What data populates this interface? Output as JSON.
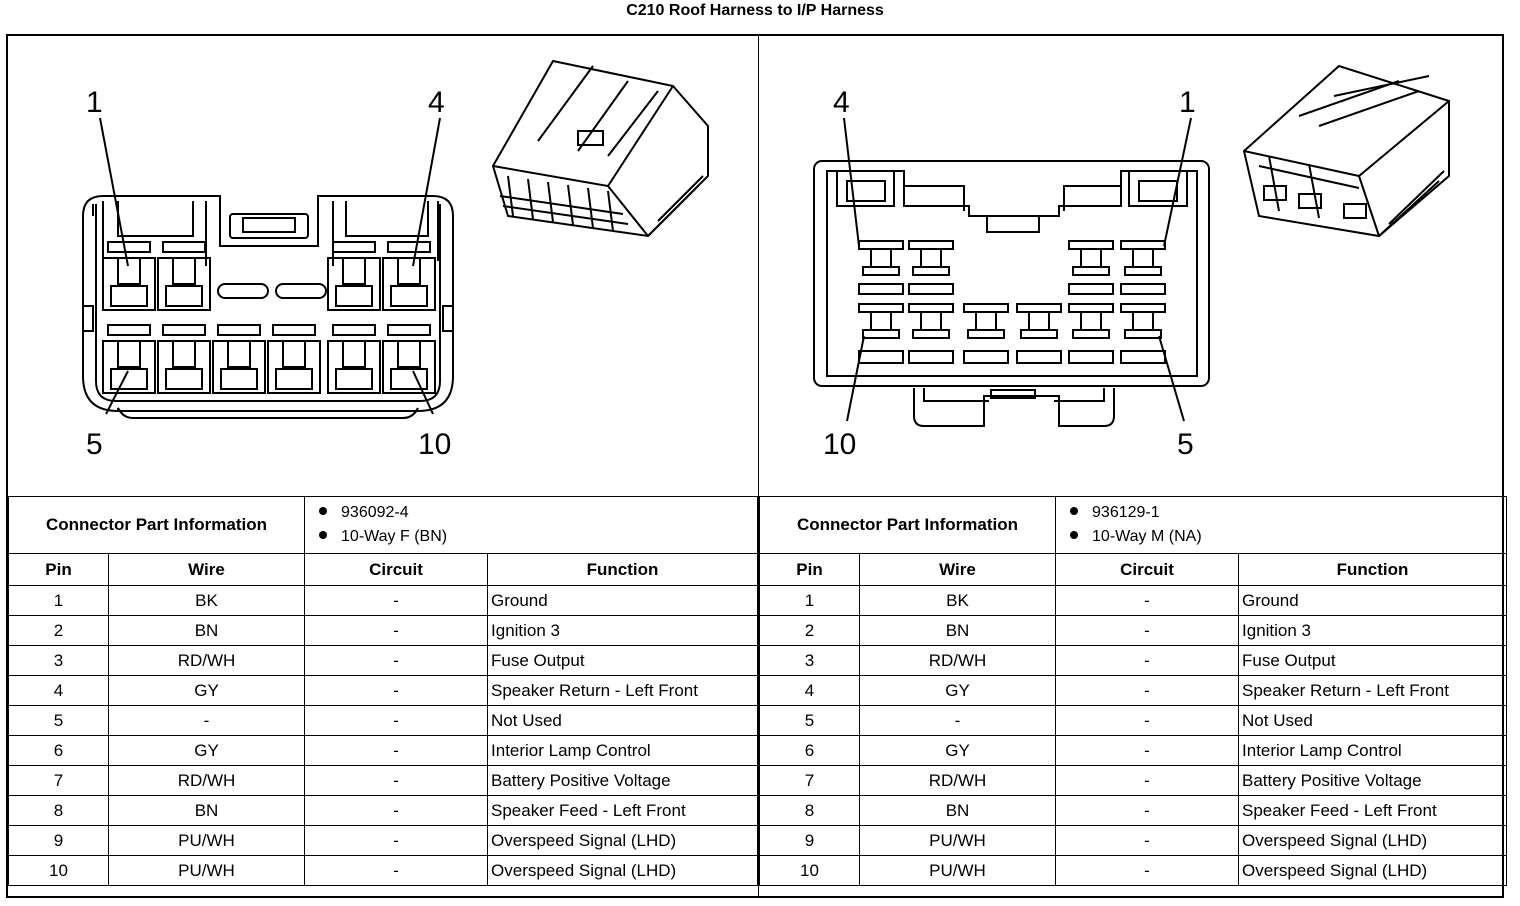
{
  "title": "C210 Roof Harness to I/P Harness",
  "left": {
    "pin_labels": {
      "top_left": "1",
      "top_right": "4",
      "bottom_left": "5",
      "bottom_right": "10"
    },
    "connector_info_label": "Connector Part Information",
    "part_info": [
      "936092-4",
      "10-Way F (BN)"
    ],
    "headers": [
      "Pin",
      "Wire",
      "Circuit",
      "Function"
    ],
    "rows": [
      {
        "pin": "1",
        "wire": "BK",
        "circuit": "-",
        "function": "Ground"
      },
      {
        "pin": "2",
        "wire": "BN",
        "circuit": "-",
        "function": "Ignition 3"
      },
      {
        "pin": "3",
        "wire": "RD/WH",
        "circuit": "-",
        "function": "Fuse Output"
      },
      {
        "pin": "4",
        "wire": "GY",
        "circuit": "-",
        "function": "Speaker Return - Left Front"
      },
      {
        "pin": "5",
        "wire": "-",
        "circuit": "-",
        "function": "Not Used"
      },
      {
        "pin": "6",
        "wire": "GY",
        "circuit": "-",
        "function": "Interior Lamp Control"
      },
      {
        "pin": "7",
        "wire": "RD/WH",
        "circuit": "-",
        "function": "Battery Positive Voltage"
      },
      {
        "pin": "8",
        "wire": "BN",
        "circuit": "-",
        "function": "Speaker Feed - Left Front"
      },
      {
        "pin": "9",
        "wire": "PU/WH",
        "circuit": "-",
        "function": "Overspeed Signal (LHD)"
      },
      {
        "pin": "10",
        "wire": "PU/WH",
        "circuit": "-",
        "function": "Overspeed Signal (LHD)"
      }
    ]
  },
  "right": {
    "pin_labels": {
      "top_left": "4",
      "top_right": "1",
      "bottom_left": "10",
      "bottom_right": "5"
    },
    "connector_info_label": "Connector Part Information",
    "part_info": [
      "936129-1",
      "10-Way M (NA)"
    ],
    "headers": [
      "Pin",
      "Wire",
      "Circuit",
      "Function"
    ],
    "rows": [
      {
        "pin": "1",
        "wire": "BK",
        "circuit": "-",
        "function": "Ground"
      },
      {
        "pin": "2",
        "wire": "BN",
        "circuit": "-",
        "function": "Ignition 3"
      },
      {
        "pin": "3",
        "wire": "RD/WH",
        "circuit": "-",
        "function": "Fuse Output"
      },
      {
        "pin": "4",
        "wire": "GY",
        "circuit": "-",
        "function": "Speaker Return - Left Front"
      },
      {
        "pin": "5",
        "wire": "-",
        "circuit": "-",
        "function": "Not Used"
      },
      {
        "pin": "6",
        "wire": "GY",
        "circuit": "-",
        "function": "Interior Lamp Control"
      },
      {
        "pin": "7",
        "wire": "RD/WH",
        "circuit": "-",
        "function": "Battery Positive Voltage"
      },
      {
        "pin": "8",
        "wire": "BN",
        "circuit": "-",
        "function": "Speaker Feed - Left Front"
      },
      {
        "pin": "9",
        "wire": "PU/WH",
        "circuit": "-",
        "function": "Overspeed Signal (LHD)"
      },
      {
        "pin": "10",
        "wire": "PU/WH",
        "circuit": "-",
        "function": "Overspeed Signal (LHD)"
      }
    ]
  }
}
